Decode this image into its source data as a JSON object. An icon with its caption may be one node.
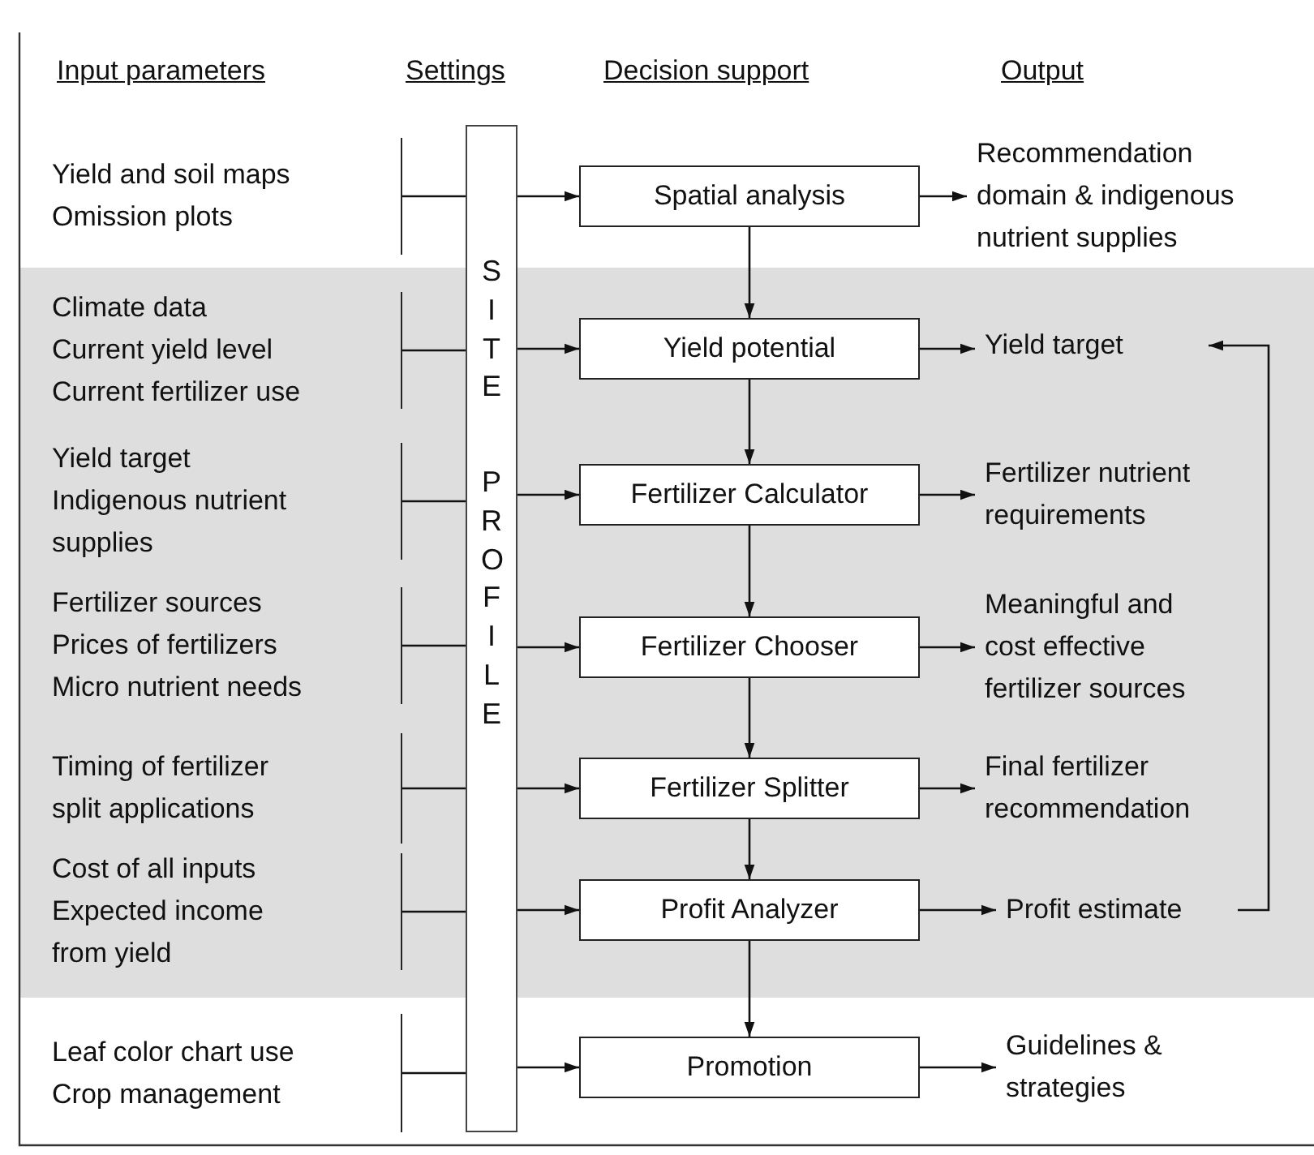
{
  "diagram": {
    "nodes": [
      {
        "text": [
          "SITE",
          "PROFILE"
        ]
      },
      {
        "text": [
          "Yield and soil maps",
          "Omission plots"
        ]
      },
      {
        "text": [
          "Climate data",
          "Current yield level",
          "Current fertilizer use"
        ]
      },
      {
        "text": [
          "Yield target",
          "Indigenous nutrient supplies"
        ]
      },
      {
        "text": [
          "Fertilizer sources",
          "Prices of fertilizers",
          "Micro nutrient needs"
        ]
      },
      {
        "text": [
          "Timing of fertilizer split applications"
        ]
      },
      {
        "text": [
          "Cost of all inputs",
          "Expected income from yield"
        ]
      },
      {
        "text": [
          "Leaf color chart use",
          "Crop management"
        ]
      },
      {
        "text": [
          "Spatial analysis"
        ]
      },
      {
        "text": [
          "Yield potential"
        ]
      },
      {
        "text": [
          "Fertilizer Calculator"
        ]
      },
      {
        "text": [
          "Fertilizer Chooser"
        ]
      },
      {
        "text": [
          "Fertilizer Splitter"
        ]
      },
      {
        "text": [
          "Profit Analyzer"
        ]
      },
      {
        "text": [
          "Promotion"
        ]
      },
      {
        "text": [
          "Recommendation domain & indigenous nutrient supplies"
        ]
      },
      {
        "text": [
          "Yield target"
        ]
      },
      {
        "text": [
          "Fertilizer nutrient requirements"
        ]
      },
      {
        "text": [
          "Meaningful and cost effective fertilizer sources"
        ]
      },
      {
        "text": [
          "Final fertilizer recommendation"
        ]
      },
      {
        "text": [
          "Profit estimate"
        ]
      },
      {
        "text": [
          "Guidelines & strategies"
        ]
      }
    ],
    "edges": [
      {
        "from": 1,
        "to": 0,
        "arrow": "none"
      },
      {
        "from": 2,
        "to": 0,
        "arrow": "none"
      },
      {
        "from": 3,
        "to": 0,
        "arrow": "none"
      },
      {
        "from": 4,
        "to": 0,
        "arrow": "none"
      },
      {
        "from": 5,
        "to": 0,
        "arrow": "none"
      },
      {
        "from": 6,
        "to": 0,
        "arrow": "none"
      },
      {
        "from": 7,
        "to": 0,
        "arrow": "none"
      },
      {
        "from": 0,
        "to": 8,
        "arrow": "to"
      },
      {
        "from": 0,
        "to": 9,
        "arrow": "to"
      },
      {
        "from": 0,
        "to": 10,
        "arrow": "to"
      },
      {
        "from": 0,
        "to": 11,
        "arrow": "to"
      },
      {
        "from": 0,
        "to": 12,
        "arrow": "to"
      },
      {
        "from": 0,
        "to": 13,
        "arrow": "to"
      },
      {
        "from": 0,
        "to": 14,
        "arrow": "to"
      },
      {
        "from": 8,
        "to": 9,
        "arrow": "to"
      },
      {
        "from": 9,
        "to": 10,
        "arrow": "to"
      },
      {
        "from": 10,
        "to": 11,
        "arrow": "to"
      },
      {
        "from": 11,
        "to": 12,
        "arrow": "to"
      },
      {
        "from": 12,
        "to": 13,
        "arrow": "to"
      },
      {
        "from": 13,
        "to": 14,
        "arrow": "to"
      },
      {
        "from": 8,
        "to": 15,
        "arrow": "to"
      },
      {
        "from": 9,
        "to": 16,
        "arrow": "to"
      },
      {
        "from": 10,
        "to": 17,
        "arrow": "to"
      },
      {
        "from": 11,
        "to": 18,
        "arrow": "to"
      },
      {
        "from": 12,
        "to": 19,
        "arrow": "to"
      },
      {
        "from": 13,
        "to": 20,
        "arrow": "to"
      },
      {
        "from": 14,
        "to": 21,
        "arrow": "to"
      },
      {
        "from": 20,
        "to": 16,
        "arrow": "to"
      }
    ],
    "labels": [
      "Input parameters",
      "Settings",
      "Decision support",
      "Output"
    ]
  }
}
